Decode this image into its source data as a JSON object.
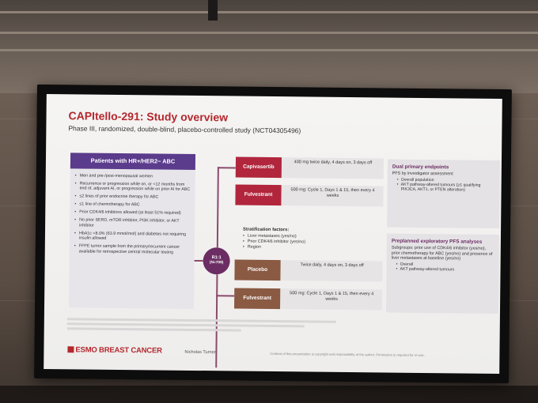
{
  "slide": {
    "title": "CAPItello-291: Study overview",
    "subtitle": "Phase III, randomized, double-blind, placebo-controlled study (NCT04305496)"
  },
  "patients": {
    "header": "Patients with HR+/HER2− ABC",
    "criteria": [
      "Men and pre-/post-menopausal women",
      "Recurrence or progression while on, or <12 months from end of, adjuvant AI, or progression while on prior AI for ABC",
      "≤2 lines of prior endocrine therapy for ABC",
      "≤1 line of chemotherapy for ABC",
      "Prior CDK4/6 inhibitors allowed (at least 51% required)",
      "No prior SERD, mTOR inhibitor, PI3K inhibitor, or AKT inhibitor",
      "HbA1c <8.0% (63.9 mmol/mol) and diabetes not requiring insulin allowed",
      "FFPE tumor sample from the primary/recurrent cancer available for retrospective central molecular testing"
    ]
  },
  "randomization": {
    "ratio": "R1:1",
    "n": "(N=708)"
  },
  "arms": [
    {
      "drug": "Capivasertib",
      "dose": "400 mg twice daily, 4 days on, 3 days off"
    },
    {
      "drug": "Fulvestrant",
      "dose": "500 mg: Cycle 1, Days 1 & 15, then every 4 weeks"
    },
    {
      "drug": "Placebo",
      "dose": "Twice daily, 4 days on, 3 days off"
    },
    {
      "drug": "Fulvestrant",
      "dose": "500 mg: Cycle 1, Days 1 & 15, then every 4 weeks"
    }
  ],
  "stratification": {
    "title": "Stratification factors:",
    "items": [
      "Liver metastases (yes/no)",
      "Prior CDK4/6 inhibitor (yes/no)",
      "Region"
    ]
  },
  "endpoints": {
    "primary_title": "Dual primary endpoints",
    "primary_intro": "PFS by investigator assessment",
    "primary_items": [
      "Overall population",
      "AKT pathway-altered tumours (≥1 qualifying PIK3CA, AKT1, or PTEN alteration)"
    ],
    "exploratory_title": "Preplanned exploratory PFS analyses",
    "exploratory_intro": "Subgroups: prior use of CDK4/6 inhibitor (yes/no), prior chemotherapy for ABC (yes/no) and presence of liver metastases at baseline (yes/no)",
    "exploratory_items": [
      "Overall",
      "AKT pathway-altered tumours"
    ]
  },
  "footer": {
    "logo": "ESMO BREAST CANCER",
    "presenter": "Nicholas Turner",
    "disclaimer": "Content of this presentation is copyright and responsibility of the author. Permission is required for re-use."
  },
  "colors": {
    "title_red": "#b4282e",
    "patient_header_purple": "#5b3b8c",
    "experimental_arm_red": "#b1263c",
    "placebo_arm_brown": "#8a5a43",
    "randomization_plum": "#6b2d63"
  }
}
